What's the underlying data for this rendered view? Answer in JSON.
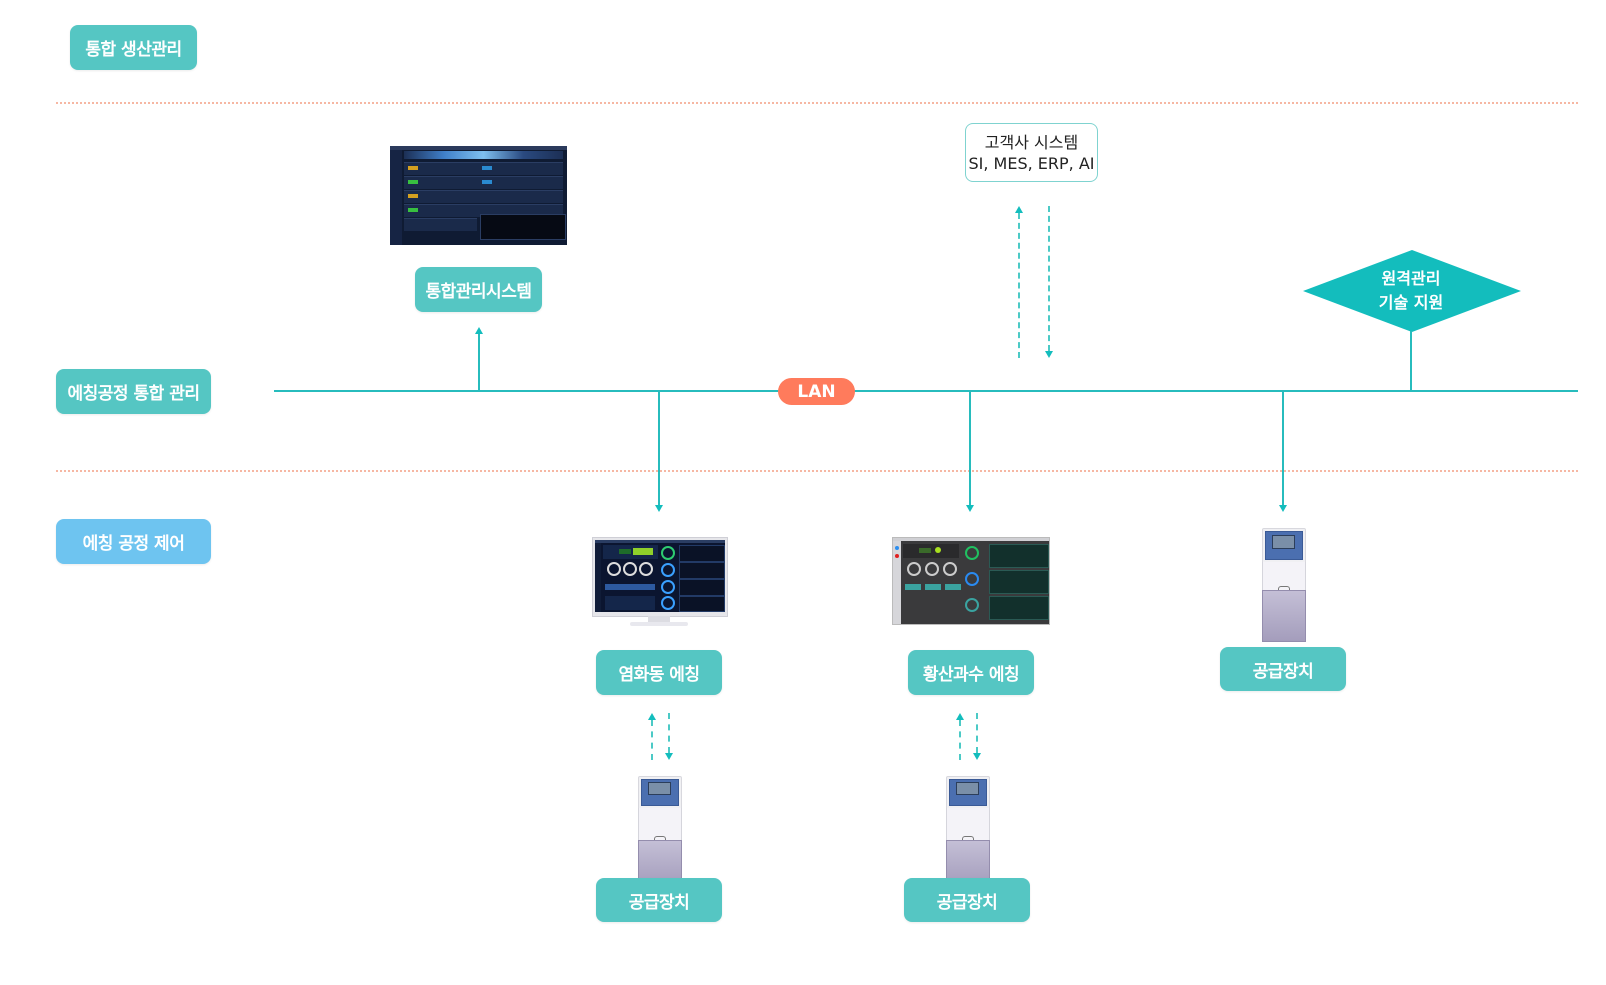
{
  "layers": {
    "production": {
      "label": "통합 생산관리"
    },
    "integration": {
      "label": "에칭공정 통합 관리"
    },
    "control": {
      "label": "에칭 공정 제어"
    }
  },
  "network": {
    "label": "LAN"
  },
  "nodes": {
    "management_system": {
      "label": "통합관리시스템",
      "icon": "dashboard-screen"
    },
    "customer_system": {
      "line1": "고객사 시스템",
      "line2": "SI, MES, ERP, AI"
    },
    "remote_support": {
      "line1": "원격관리",
      "line2": "기술 지원"
    },
    "copper_chloride": {
      "label": "염화동 에칭",
      "icon": "monitor-screen"
    },
    "hydrogen_peroxide": {
      "label": "황산과수 에칭",
      "icon": "control-panel-screen"
    },
    "supply_right": {
      "label": "공급장치",
      "icon": "supply-device"
    },
    "supply_left": {
      "label": "공급장치",
      "icon": "supply-device"
    },
    "supply_middle": {
      "label": "공급장치",
      "icon": "supply-device"
    }
  },
  "colors": {
    "teal": "#55c6c3",
    "blue": "#6ec4f0",
    "lan": "#ff7b5c",
    "line": "#27bcbd",
    "divider": "#f6b7a3",
    "diamond": "#13bdbd"
  }
}
